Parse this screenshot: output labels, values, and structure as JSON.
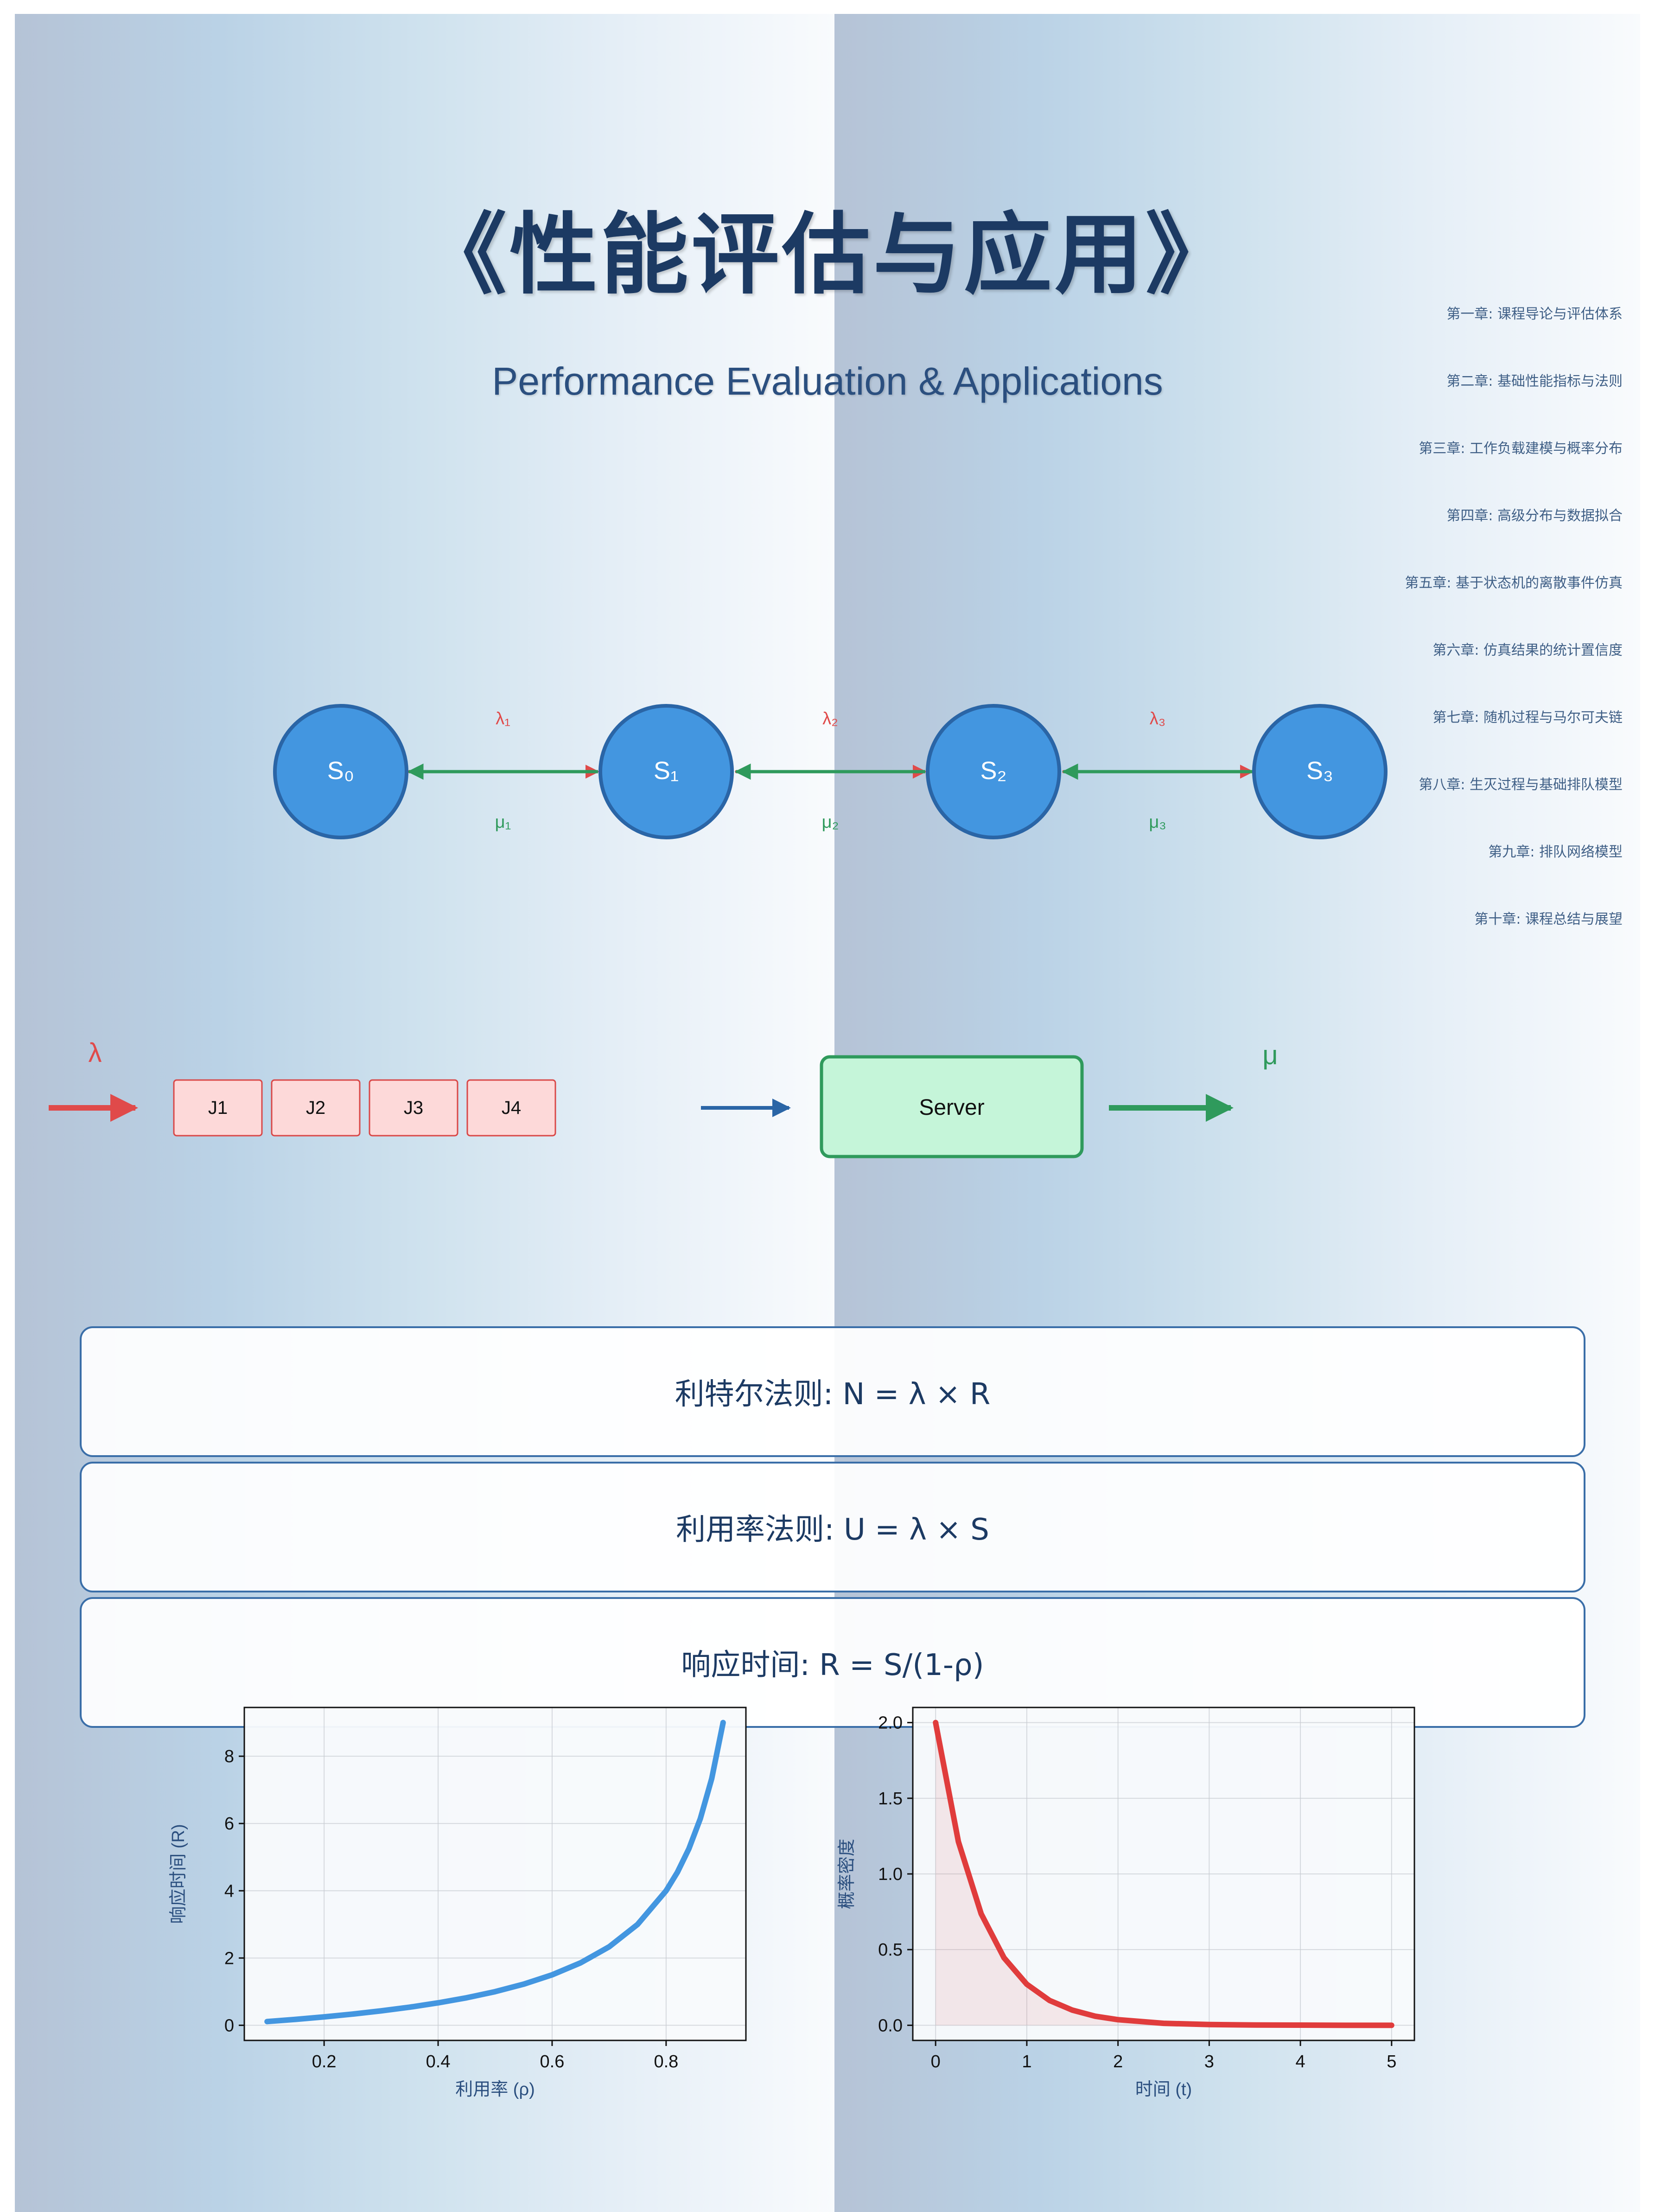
{
  "header": {
    "title": "《性能评估与应用》",
    "subtitle": "Performance Evaluation & Applications"
  },
  "toc": {
    "items": [
      "第一章: 课程导论与评估体系",
      "第二章: 基础性能指标与法则",
      "第三章: 工作负载建模与概率分布",
      "第四章: 高级分布与数据拟合",
      "第五章: 基于状态机的离散事件仿真",
      "第六章: 仿真结果的统计置信度",
      "第七章: 随机过程与马尔可夫链",
      "第八章: 生灭过程与基础排队模型",
      "第九章: 排队网络模型",
      "第十章: 课程总结与展望"
    ]
  },
  "markov_chain": {
    "states": [
      "S₀",
      "S₁",
      "S₂",
      "S₃"
    ],
    "arrival_rates": [
      "λ₁",
      "λ₂",
      "λ₃"
    ],
    "service_rates": [
      "μ₁",
      "μ₂",
      "μ₃"
    ]
  },
  "queue": {
    "arrival_label": "λ",
    "service_label": "μ",
    "jobs": [
      "J1",
      "J2",
      "J3",
      "J4"
    ],
    "server_label": "Server"
  },
  "formulas": {
    "little_law": "利特尔法则: N = λ × R",
    "utilization_law": "利用率法则: U = λ × S",
    "response_time": "响应时间: R = S/(1-ρ)"
  },
  "colors": {
    "title": "#1c3a63",
    "state_fill": "#4396e0",
    "state_stroke": "#2a65a6",
    "arrival": "#e04a4a",
    "service": "#2f9a5c",
    "job_fill": "#fdd9d9",
    "server_fill": "#c5f5d9",
    "curve_blue": "#4396e0",
    "curve_red": "#e03c3c"
  },
  "chart_data": [
    {
      "type": "line",
      "function": "R = ρ / (1 - ρ)",
      "x": [
        0.1,
        0.15,
        0.2,
        0.25,
        0.3,
        0.35,
        0.4,
        0.45,
        0.5,
        0.55,
        0.6,
        0.65,
        0.7,
        0.75,
        0.8,
        0.82,
        0.84,
        0.86,
        0.88,
        0.9
      ],
      "y": [
        0.111,
        0.176,
        0.25,
        0.333,
        0.429,
        0.538,
        0.667,
        0.818,
        1.0,
        1.222,
        1.5,
        1.857,
        2.333,
        3.0,
        4.0,
        4.556,
        5.25,
        6.143,
        7.333,
        9.0
      ],
      "xlabel": "利用率 (ρ)",
      "ylabel": "响应时间 (R)",
      "xlim": [
        0.06,
        0.94
      ],
      "ylim": [
        -0.45,
        9.45
      ],
      "xticks": [
        0.2,
        0.4,
        0.6,
        0.8
      ],
      "yticks": [
        0,
        2,
        4,
        6,
        8
      ],
      "grid": true
    },
    {
      "type": "area",
      "function": "f(t) = 2·e^(-2t)",
      "x": [
        0,
        0.25,
        0.5,
        0.75,
        1.0,
        1.25,
        1.5,
        1.75,
        2.0,
        2.5,
        3.0,
        3.5,
        4.0,
        4.5,
        5.0
      ],
      "y": [
        2.0,
        1.213,
        0.736,
        0.446,
        0.271,
        0.164,
        0.1,
        0.06,
        0.037,
        0.013,
        0.005,
        0.002,
        0.001,
        0.0,
        0.0
      ],
      "xlabel": "时间 (t)",
      "ylabel": "概率密度",
      "xlim": [
        -0.25,
        5.25
      ],
      "ylim": [
        -0.1,
        2.1
      ],
      "xticks": [
        0,
        1,
        2,
        3,
        4,
        5
      ],
      "yticks": [
        0.0,
        0.5,
        1.0,
        1.5,
        2.0
      ],
      "grid": true
    }
  ]
}
